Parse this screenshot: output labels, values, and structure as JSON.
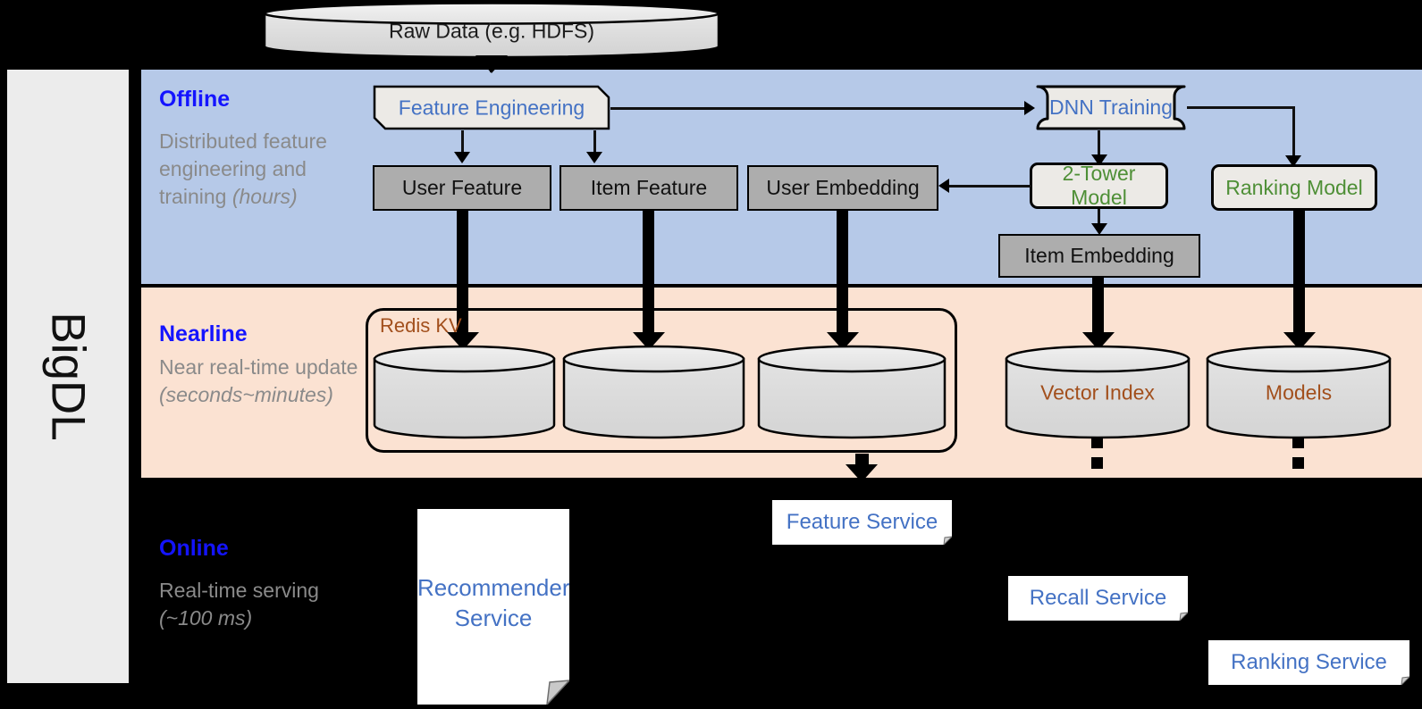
{
  "framework": {
    "name": "BigDL"
  },
  "source": {
    "label": "Raw Data (e.g. HDFS)"
  },
  "stages": [
    {
      "id": "offline",
      "title": "Offline",
      "desc_line1": "Distributed feature engineering and training ",
      "desc_emph": "(hours)",
      "band_color": "#b6c9e8"
    },
    {
      "id": "nearline",
      "title": "Nearline",
      "desc_line1": "Near real-time update ",
      "desc_emph": "(seconds~minutes)",
      "band_color": "#fbe2d2"
    },
    {
      "id": "online",
      "title": "Online",
      "desc_line1": "Real-time serving ",
      "desc_emph": "(~100 ms)",
      "band_color": "#000000"
    }
  ],
  "offline": {
    "feature_engineering": "Feature Engineering",
    "dnn_training": "DNN Training",
    "user_feature": "User Feature",
    "item_feature": "Item Feature",
    "user_embedding": "User Embedding",
    "two_tower_model": "2-Tower Model",
    "ranking_model": "Ranking Model",
    "item_embedding": "Item Embedding"
  },
  "nearline": {
    "redis_kv": "Redis KV",
    "store_user_feature": "",
    "store_item_feature": "",
    "store_user_embedding": "",
    "vector_index": "Vector Index",
    "models": "Models"
  },
  "online": {
    "recommender_service": "Recommender Service",
    "feature_service": "Feature Service",
    "recall_service": "Recall Service",
    "ranking_service": "Ranking Service"
  },
  "colors": {
    "stage_title": "#1414ff",
    "stage_desc": "#8a8a8a",
    "offline_band": "#b6c9e8",
    "nearline_band": "#fbe2d2",
    "online_band": "#000000",
    "blue_text": "#4472c4",
    "green_text": "#4e8f36",
    "brown_text": "#a24f1c",
    "gray_box": "#adadad",
    "proc_box": "#eceae6",
    "panel": "#ececec"
  }
}
